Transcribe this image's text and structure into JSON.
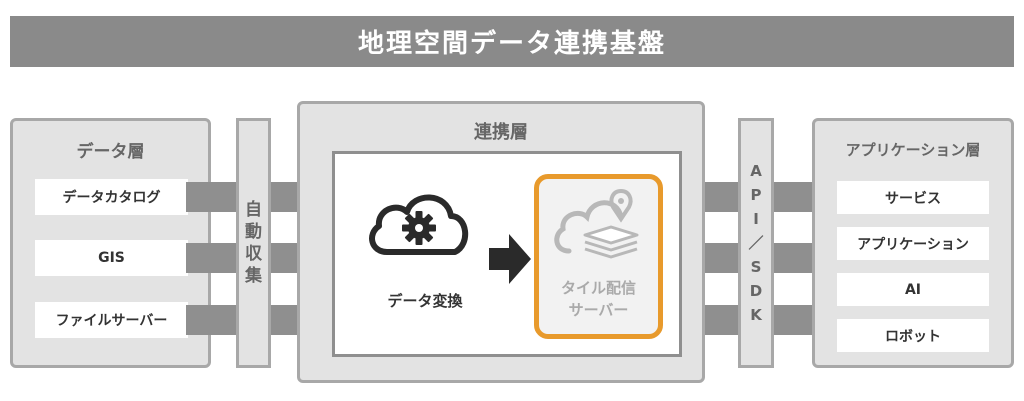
{
  "title": "地理空間データ連携基盤",
  "data_layer": {
    "title": "データ層",
    "items": [
      "データカタログ",
      "GIS",
      "ファイルサーバー"
    ]
  },
  "collect": {
    "chars": [
      "自",
      "動",
      "収",
      "集"
    ]
  },
  "link_layer": {
    "title": "連携層",
    "convert_label": "データ変換",
    "tile_label_1": "タイル配信",
    "tile_label_2": "サーバー"
  },
  "api": {
    "chars": [
      "A",
      "P",
      "I",
      "／",
      "S",
      "D",
      "K"
    ]
  },
  "app_layer": {
    "title": "アプリケーション層",
    "items": [
      "サービス",
      "アプリケーション",
      "AI",
      "ロボット"
    ]
  },
  "colors": {
    "panel_bg": "#e3e3e3",
    "panel_border": "#a8a8a8",
    "title_bar": "#8a8a8a",
    "arrow": "#8f8f8f",
    "highlight": "#e89a2c",
    "dark_icon": "#2a2a2a"
  },
  "icons": [
    "cloud-gear-icon",
    "cloud-map-layers-icon",
    "right-arrow-icon"
  ]
}
